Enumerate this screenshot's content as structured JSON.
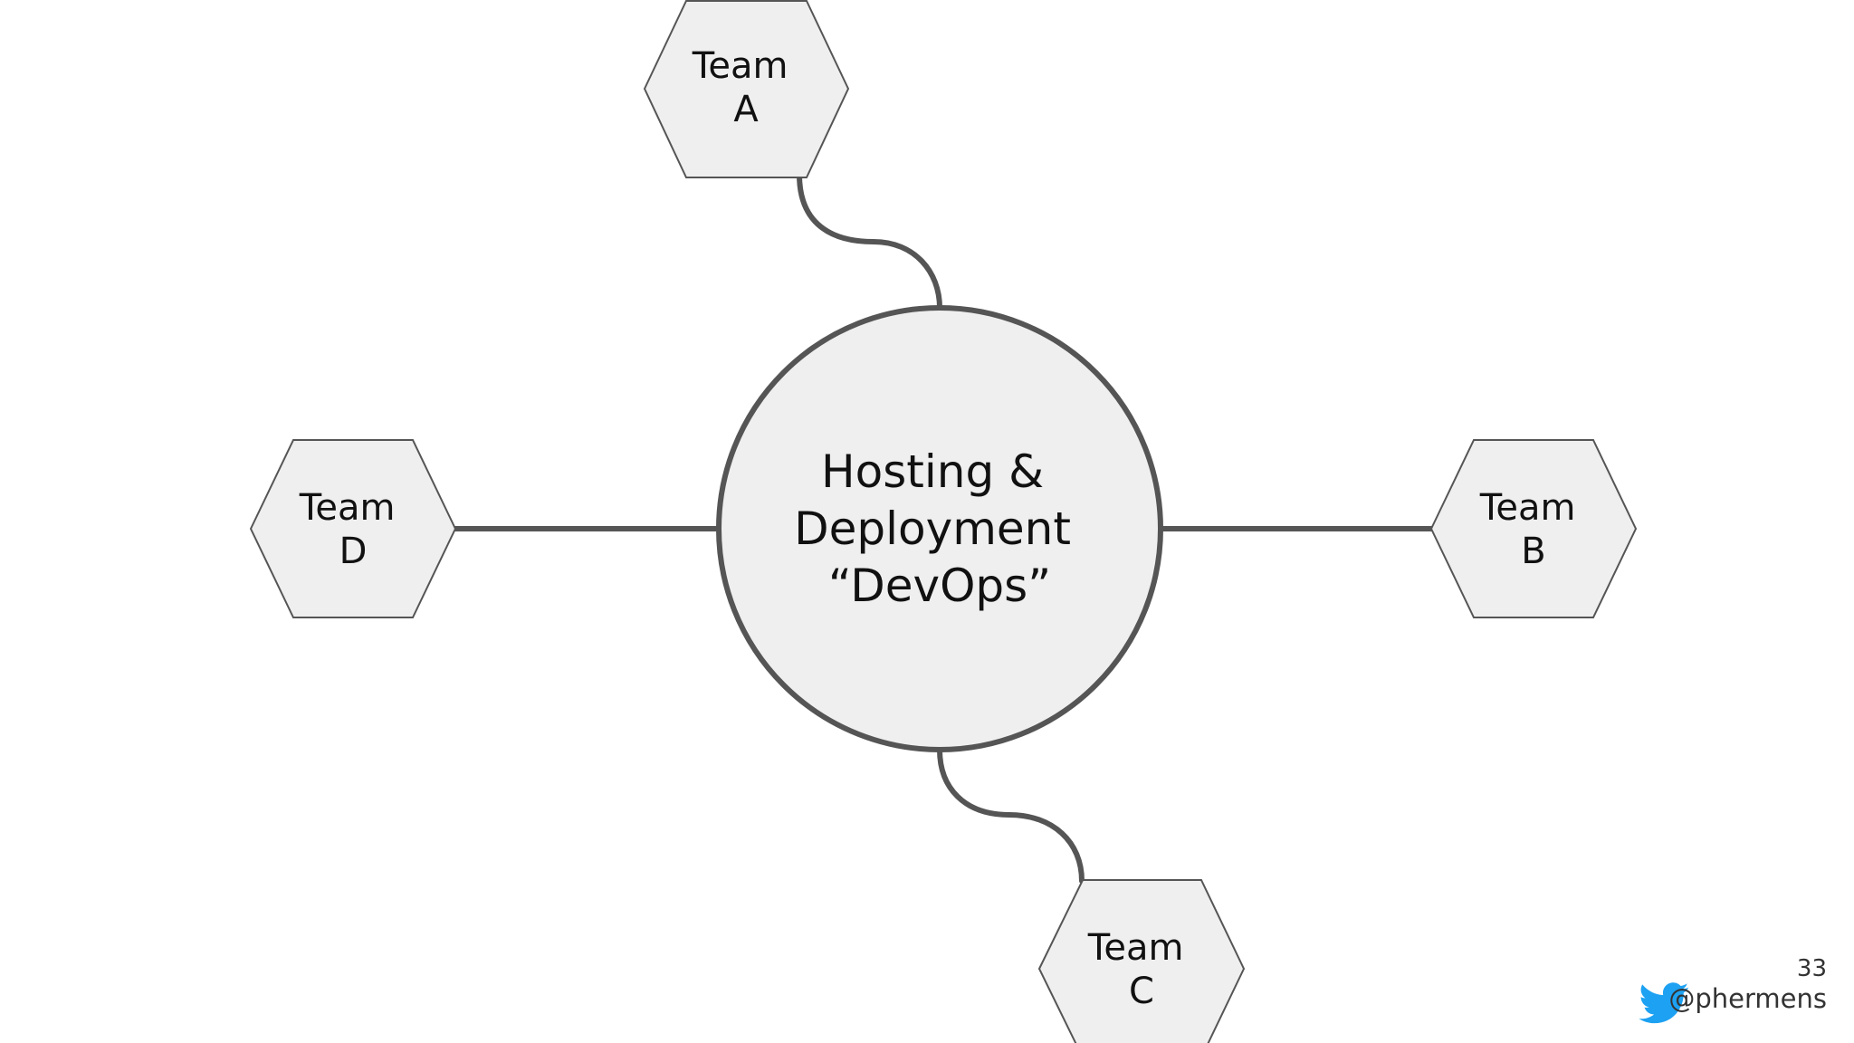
{
  "hub": {
    "lines": [
      "Hosting &",
      "Deployment",
      "“DevOps”"
    ]
  },
  "teams": {
    "a": {
      "line1": "Team",
      "line2": "A"
    },
    "b": {
      "line1": "Team",
      "line2": "B"
    },
    "c": {
      "line1": "Team",
      "line2": "C"
    },
    "d": {
      "line1": "Team",
      "line2": "D"
    }
  },
  "footer": {
    "page_number": "33",
    "handle": "@phermens",
    "icon": "twitter-bird-icon"
  },
  "colors": {
    "node_fill": "#efefef",
    "hub_stroke": "#555555",
    "hex_stroke": "#555555",
    "connector": "#555555",
    "twitter_blue": "#1da1f2"
  }
}
